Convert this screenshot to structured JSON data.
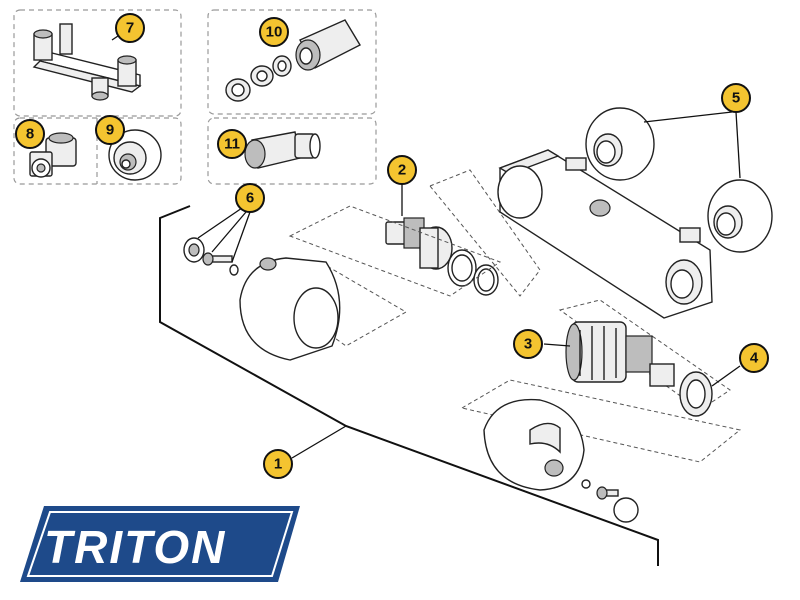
{
  "callouts": [
    {
      "id": "c1",
      "label": "1"
    },
    {
      "id": "c2",
      "label": "2"
    },
    {
      "id": "c3",
      "label": "3"
    },
    {
      "id": "c4",
      "label": "4"
    },
    {
      "id": "c5",
      "label": "5"
    },
    {
      "id": "c6",
      "label": "6"
    },
    {
      "id": "c7",
      "label": "7"
    },
    {
      "id": "c8",
      "label": "8"
    },
    {
      "id": "c9",
      "label": "9"
    },
    {
      "id": "c10",
      "label": "10"
    },
    {
      "id": "c11",
      "label": "11"
    }
  ],
  "logo": {
    "text": "TRITON",
    "color": "#1e4a8a"
  },
  "colors": {
    "callout_fill": "#f4c430"
  }
}
